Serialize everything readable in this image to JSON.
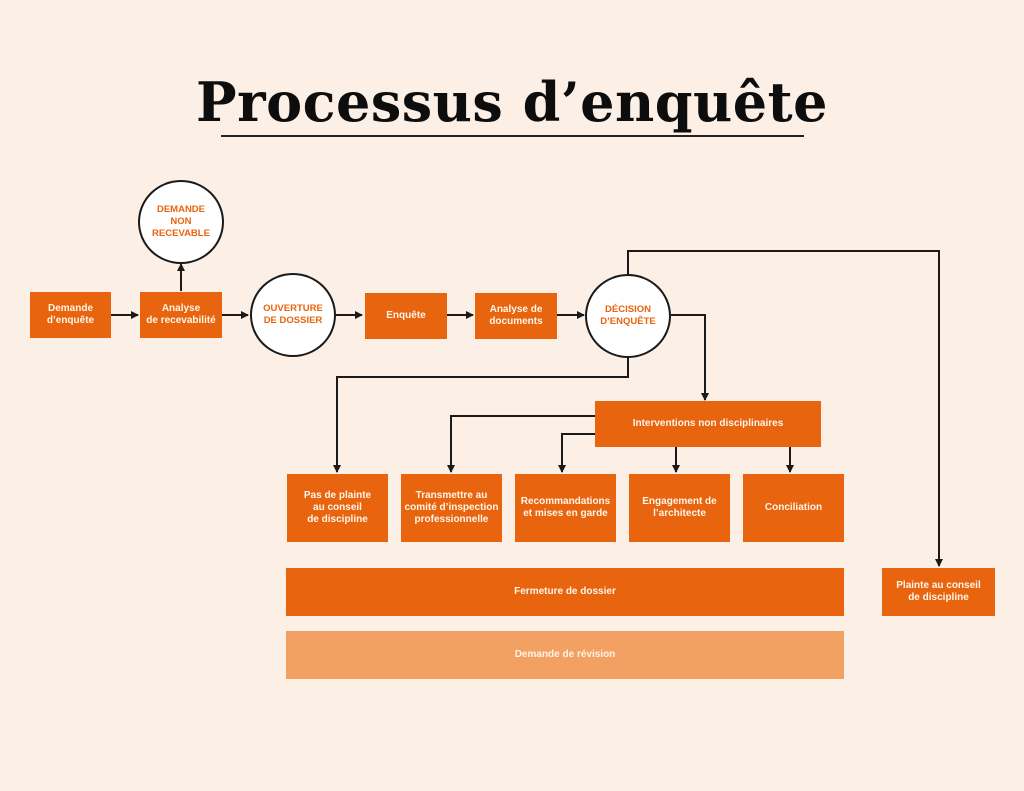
{
  "title": "Processus d’enquête",
  "colors": {
    "background": "#fcefe6",
    "box_fill": "#e8640e",
    "box_fill_light": "#f3a163",
    "box_text": "#fff6ea",
    "circle_fill": "#ffffff",
    "circle_text": "#e8640e",
    "connector": "#1a1a1a"
  },
  "nodes": {
    "demande_enquete": "Demande\nd’enquête",
    "analyse_recevabilite": "Analyse\nde recevabilité",
    "demande_non_recevable": "DEMANDE\nNON\nRECEVABLE",
    "ouverture_dossier": "OUVERTURE\nDE DOSSIER",
    "enquete": "Enquête",
    "analyse_documents": "Analyse de\ndocuments",
    "decision_enquete": "DÉCISION\nD’ENQUÊTE",
    "interventions_non_disciplinaires": "Interventions non disciplinaires",
    "pas_de_plainte": "Pas de plainte\nau conseil\nde discipline",
    "transmettre_comite": "Transmettre au\ncomité d’inspection\nprofessionnelle",
    "recommandations": "Recommandations\net mises en garde",
    "engagement_architecte": "Engagement de\nl’architecte",
    "conciliation": "Conciliation",
    "fermeture_dossier": "Fermeture de dossier",
    "demande_revision": "Demande de révision",
    "plainte_conseil": "Plainte au conseil\nde discipline"
  },
  "edges": [
    [
      "demande_enquete",
      "analyse_recevabilite"
    ],
    [
      "analyse_recevabilite",
      "demande_non_recevable"
    ],
    [
      "analyse_recevabilite",
      "ouverture_dossier"
    ],
    [
      "ouverture_dossier",
      "enquete"
    ],
    [
      "enquete",
      "analyse_documents"
    ],
    [
      "analyse_documents",
      "decision_enquete"
    ],
    [
      "decision_enquete",
      "pas_de_plainte"
    ],
    [
      "decision_enquete",
      "interventions_non_disciplinaires"
    ],
    [
      "decision_enquete",
      "plainte_conseil"
    ],
    [
      "interventions_non_disciplinaires",
      "transmettre_comite"
    ],
    [
      "interventions_non_disciplinaires",
      "recommandations"
    ],
    [
      "interventions_non_disciplinaires",
      "engagement_architecte"
    ],
    [
      "interventions_non_disciplinaires",
      "conciliation"
    ]
  ]
}
